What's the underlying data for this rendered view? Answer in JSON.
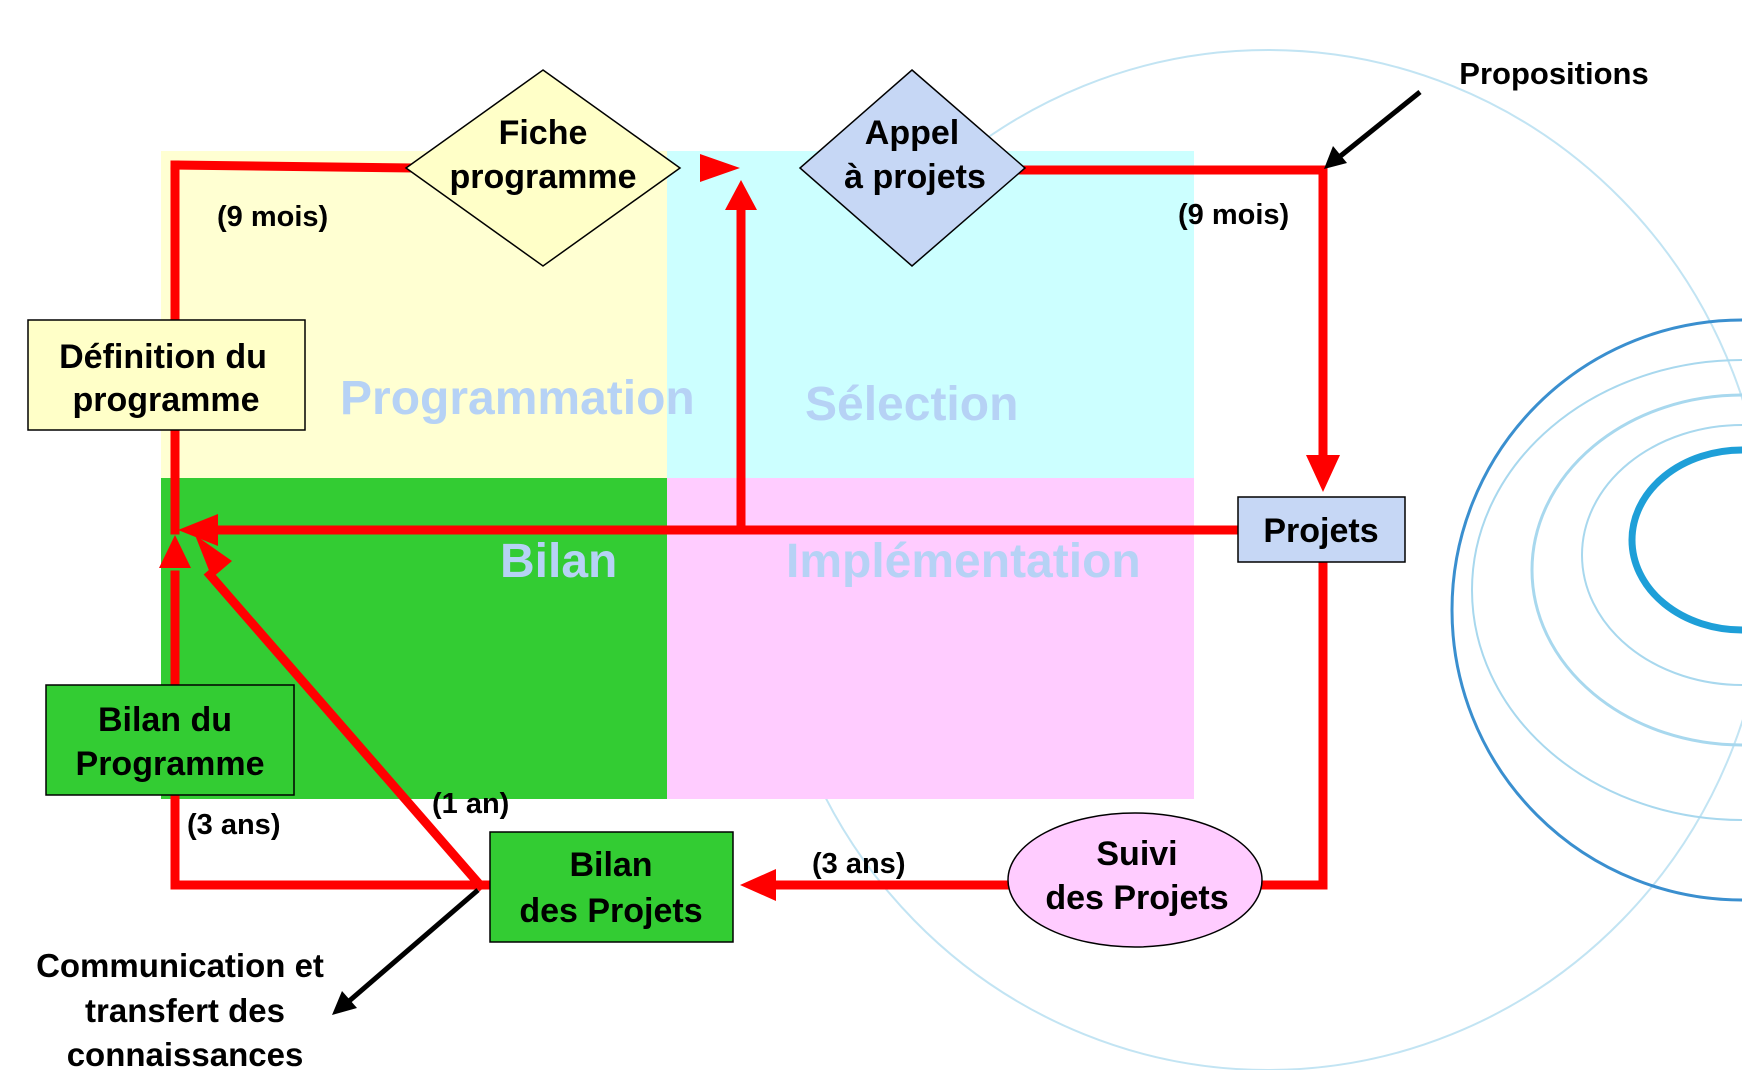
{
  "phases": {
    "programmation": "Programmation",
    "selection": "Sélection",
    "bilan": "Bilan",
    "implementation": "Implémentation"
  },
  "boxes": {
    "definition": [
      "Définition du",
      "programme"
    ],
    "fiche": [
      "Fiche",
      "programme"
    ],
    "appel": [
      "Appel",
      "à projets"
    ],
    "projets": "Projets",
    "suivi": [
      "Suivi",
      "des Projets"
    ],
    "bilan_projets": [
      "Bilan",
      "des Projets"
    ],
    "bilan_programme": [
      "Bilan du",
      "Programme"
    ]
  },
  "durations": {
    "programmation": "(9 mois)",
    "selection": "(9 mois)",
    "implementation": "(3 ans)",
    "bilan_projets": "(1 an)",
    "bilan_programme": "(3 ans)"
  },
  "external": {
    "propositions": "Propositions",
    "communication": [
      "Communication et",
      "transfert des",
      "connaissances"
    ]
  },
  "colors": {
    "programmation_fill": "#ffffd2",
    "selection_fill": "#ccffff",
    "bilan_fill": "#33cc33",
    "implementation_fill": "#ffccff",
    "phase_text": "#b6d2f5",
    "flow_line": "#ff0000",
    "fiche_fill": "#ffffc8",
    "appel_fill": "#c6d7f5",
    "projets_fill": "#c6d7f5",
    "suivi_fill": "#ffccff",
    "definition_fill": "#ffffc8",
    "bilan_box_fill": "#33cc33",
    "decoration_stroke": "#a8d8ee"
  }
}
